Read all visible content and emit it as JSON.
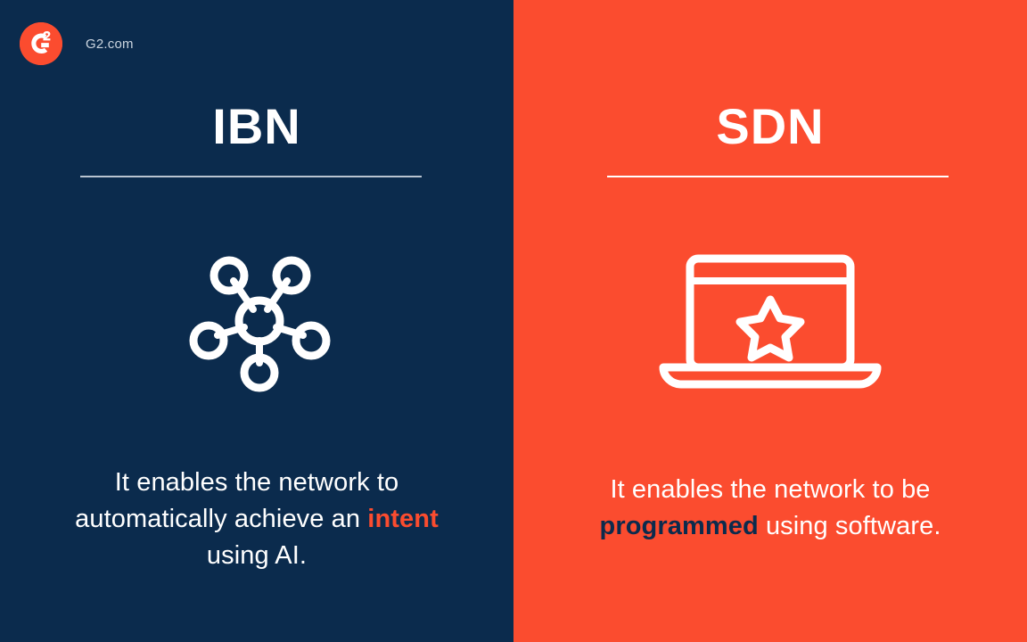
{
  "brand": {
    "logo_icon": "g2-logo-icon",
    "name": "G2.com",
    "mark_color": "#fb4c2f",
    "mark_glyph": "G2"
  },
  "theme": {
    "navy": "#0b2b4d",
    "orange": "#fb4c2f",
    "white": "#ffffff",
    "rule_left": "#b9c4d0"
  },
  "panels": {
    "left": {
      "id": "ibn",
      "background": "#0b2b4d",
      "heading": "IBN",
      "icon": "network-hub-icon",
      "caption": {
        "before": "It enables the network to automatically achieve an ",
        "highlight": "intent",
        "after": " using AI.",
        "highlight_color": "#fb4c2f",
        "full_text": "It enables the network to automatically achieve an intent using AI."
      }
    },
    "right": {
      "id": "sdn",
      "background": "#fb4c2f",
      "heading": "SDN",
      "icon": "laptop-star-icon",
      "caption": {
        "before": "It enables the network to be ",
        "highlight": "programmed",
        "after": " using software.",
        "highlight_color": "#0b2b4d",
        "full_text": "It enables the network to be programmed using software."
      }
    }
  }
}
